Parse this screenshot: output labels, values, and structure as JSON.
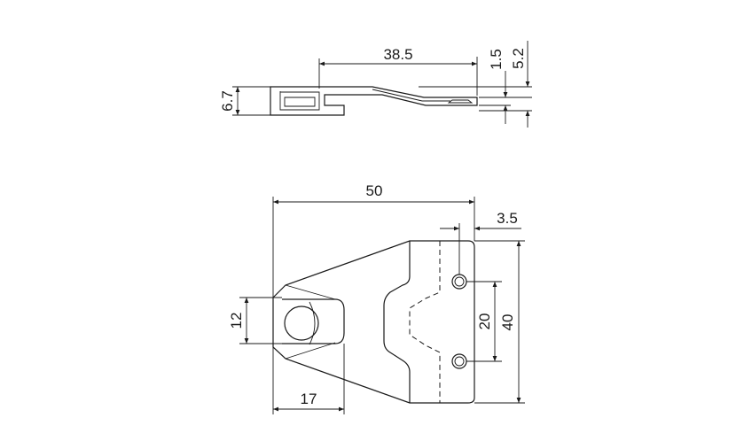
{
  "dimensions": {
    "side_length": "38.5",
    "side_thickness_small": "1.5",
    "side_thickness_total": "5.2",
    "side_height": "6.7",
    "plan_length": "50",
    "plan_edge_offset": "3.5",
    "plan_hole_diameter": "12",
    "plan_hole_spacing": "20",
    "plan_width": "40",
    "plan_hole_offset": "17"
  }
}
